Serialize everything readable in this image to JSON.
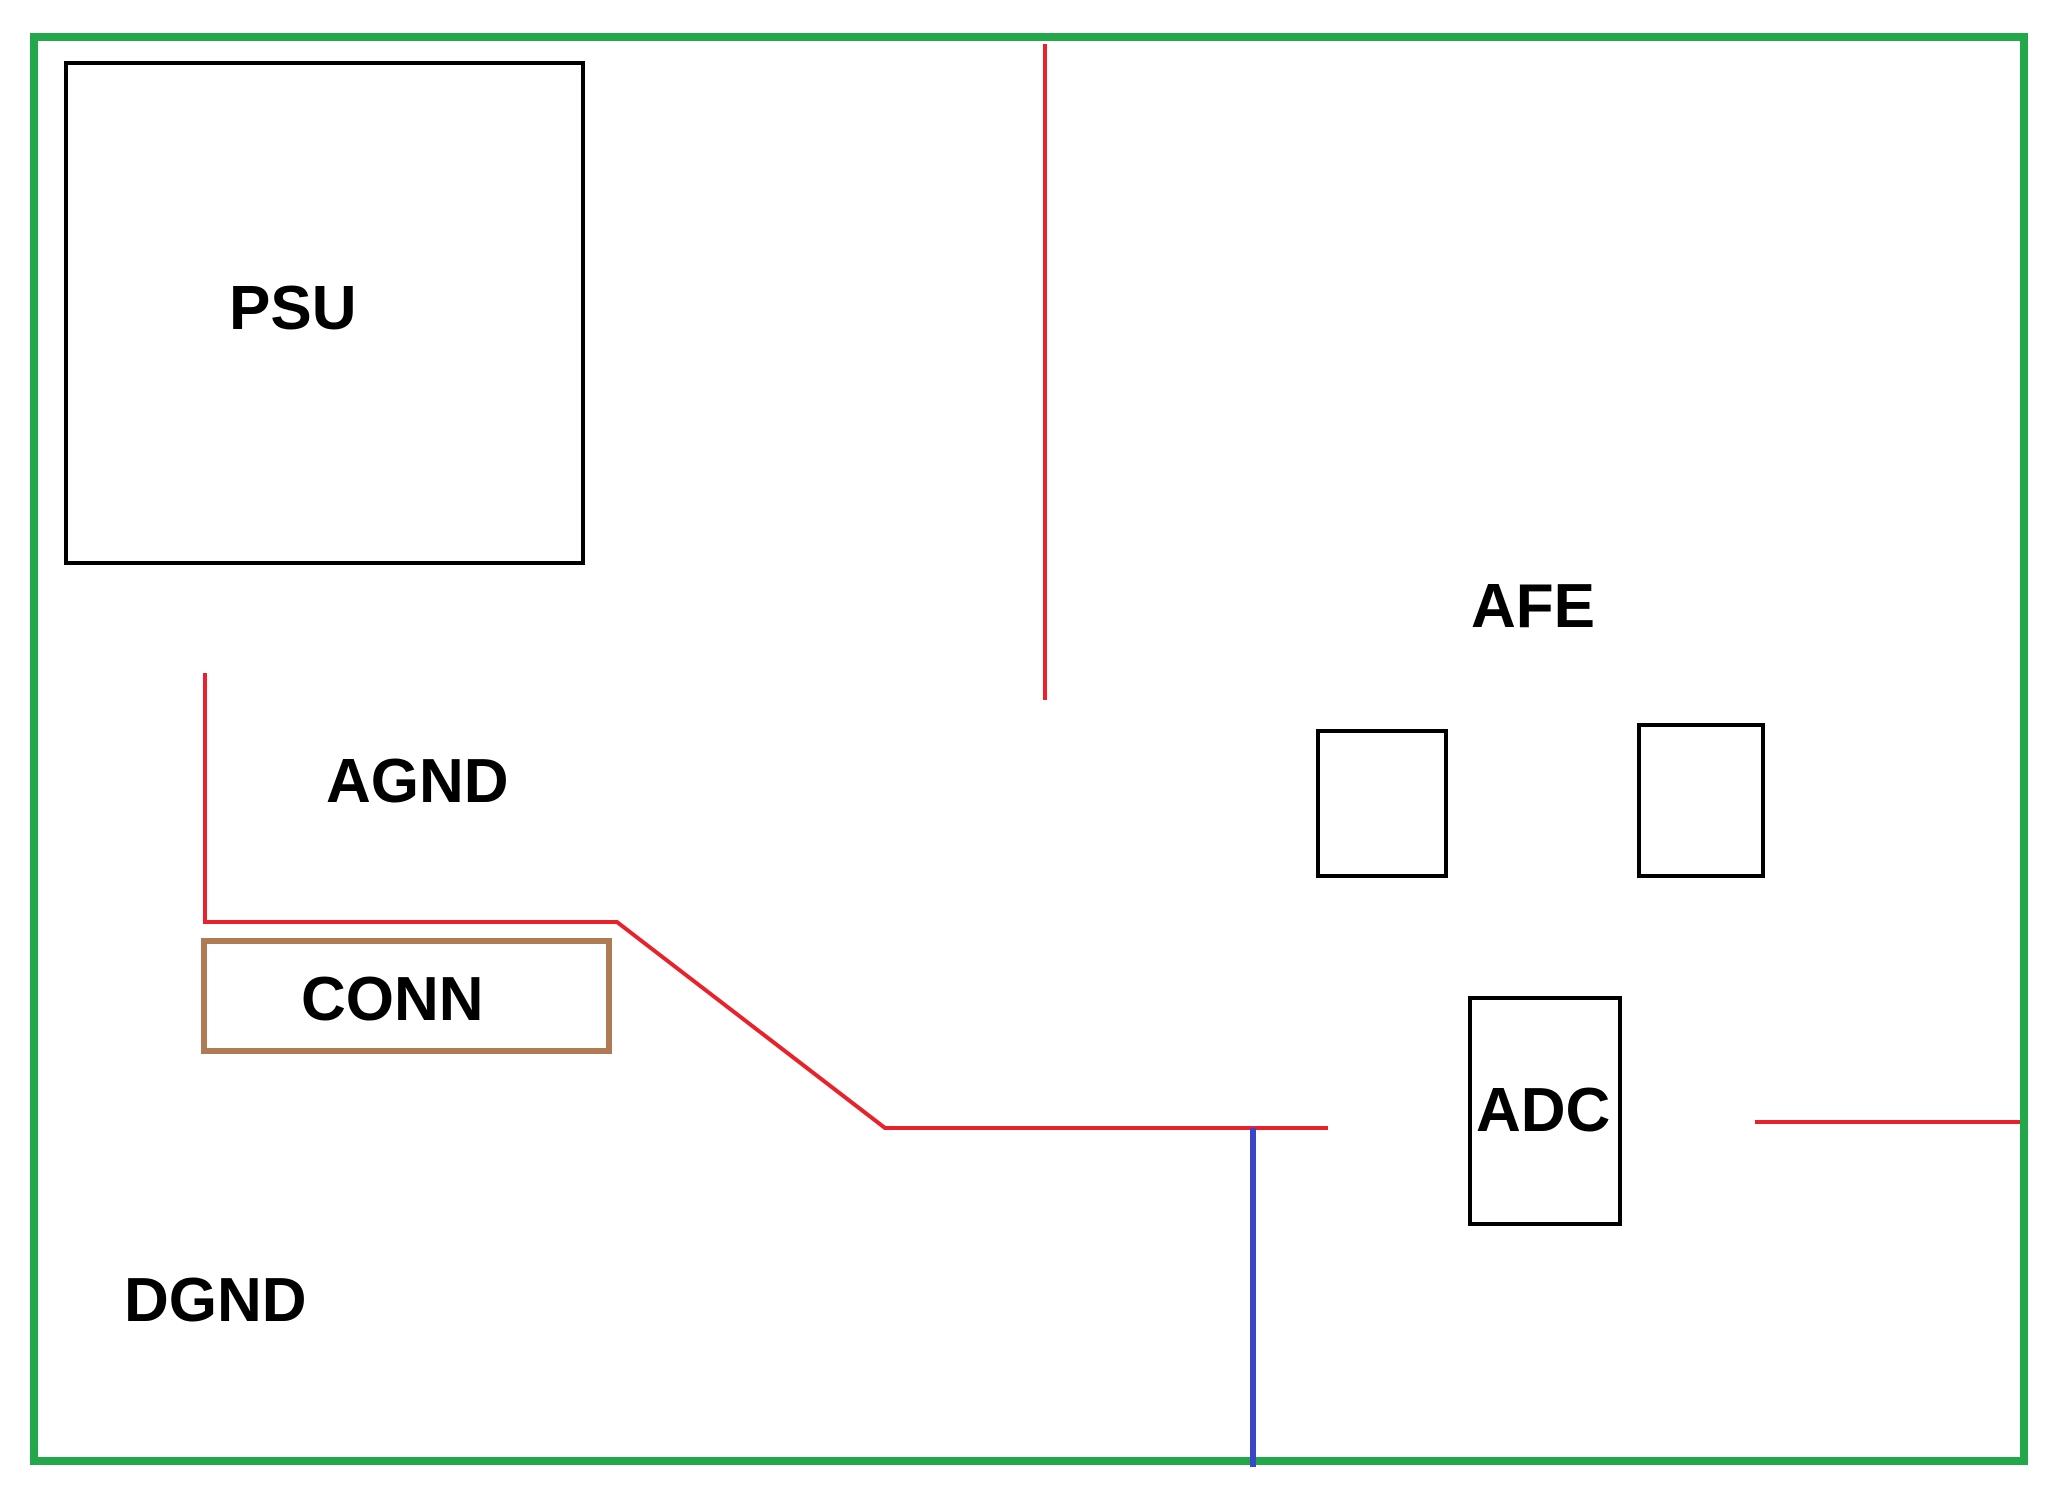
{
  "labels": {
    "psu": "PSU",
    "afe": "AFE",
    "agnd": "AGND",
    "conn": "CONN",
    "adc": "ADC",
    "dgnd": "DGND"
  },
  "colors": {
    "board_outline": "#22a84a",
    "split_line": "#e8212b",
    "stitch_line": "#3a45c8",
    "component_outline": "#000000",
    "connector_outline": "#b07a55",
    "background": "#ffffff"
  }
}
